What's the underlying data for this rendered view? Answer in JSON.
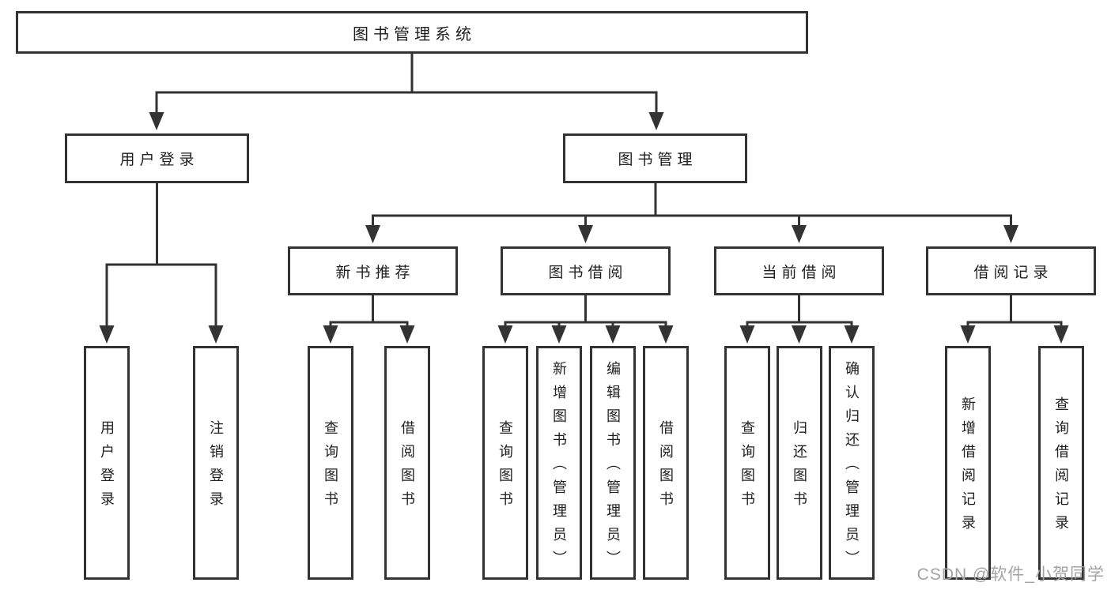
{
  "tree": {
    "label": "图书管理系统",
    "children": [
      {
        "label": "用户登录",
        "children": [
          {
            "label": "用户登录"
          },
          {
            "label": "注销登录"
          }
        ]
      },
      {
        "label": "图书管理",
        "children": [
          {
            "label": "新书推荐",
            "children": [
              {
                "label": "查询图书"
              },
              {
                "label": "借阅图书"
              }
            ]
          },
          {
            "label": "图书借阅",
            "children": [
              {
                "label": "查询图书"
              },
              {
                "label": "新增图书（管理员）"
              },
              {
                "label": "编辑图书（管理员）"
              },
              {
                "label": "借阅图书"
              }
            ]
          },
          {
            "label": "当前借阅",
            "children": [
              {
                "label": "查询图书"
              },
              {
                "label": "归还图书"
              },
              {
                "label": "确认归还（管理员）"
              }
            ]
          },
          {
            "label": "借阅记录",
            "children": [
              {
                "label": "新增借阅记录"
              },
              {
                "label": "查询借阅记录"
              }
            ]
          }
        ]
      }
    ]
  },
  "watermark": {
    "text": "CSDN @软件_小贺同学",
    "color": "#a3a3a3"
  },
  "colors": {
    "line": "#333333",
    "text": "#1f1f1f",
    "background": "#ffffff"
  }
}
